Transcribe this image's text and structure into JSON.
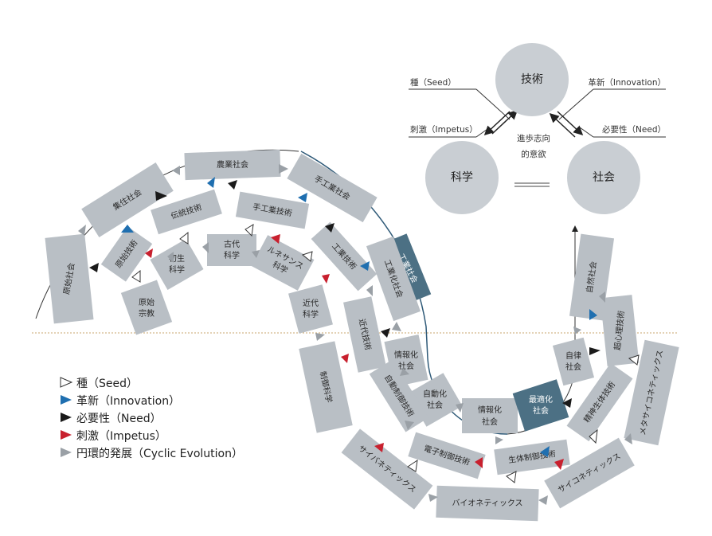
{
  "triad": {
    "center": "進歩志向",
    "center2": "的意欲",
    "tech": "技術",
    "science": "科学",
    "society": "社会",
    "seed": "種（Seed）",
    "innovation": "革新（Innovation）",
    "impetus": "刺激（Impetus）",
    "need": "必要性（Need）"
  },
  "legend": {
    "seed": "種（Seed）",
    "innovation": "革新（Innovation）",
    "need": "必要性（Need）",
    "impetus": "刺激（Impetus）",
    "cyclic": "円環的発展（Cyclic Evolution）"
  },
  "colors": {
    "seed": "#ffffff",
    "innovation": "#1f6fb0",
    "need": "#1a1a1a",
    "impetus": "#c8202e",
    "cyclic": "#9aa0a6",
    "segment": "#b9bfc5",
    "accent": "#4c7084"
  },
  "outer": {
    "s1": "原始社会",
    "s2": "集住社会",
    "s3": "農業社会",
    "s4": "手工業社会",
    "s5": "工業社会",
    "s6": "工業化社会"
  },
  "mid": {
    "s1": "原始技術",
    "s2": "伝統技術",
    "s3": "手工業技術",
    "s4": "工業技術",
    "s5": "近代技術"
  },
  "inner": {
    "s1a": "原始",
    "s1b": "宗教",
    "s2a": "初生",
    "s2b": "科学",
    "s3a": "古代",
    "s3b": "科学",
    "s4a": "ルネサンス",
    "s4b": "科学",
    "s5a": "近代",
    "s5b": "科学"
  },
  "lower_inner": {
    "s1a": "情報化",
    "s1b": "社会",
    "s2a": "自動化",
    "s2b": "社会",
    "s3a": "情報化",
    "s3b": "社会",
    "s4a": "最適化",
    "s4b": "社会",
    "s5a": "自律",
    "s5b": "社会"
  },
  "lower_mid": {
    "s1": "自動制御技術",
    "s2": "電子制御技術",
    "s3": "生体制御技術",
    "s4": "精神生体技術",
    "s5": "自然社会"
  },
  "lower_outer": {
    "s1": "制御科学",
    "s2": "サイバネティックス",
    "s3": "バイオネティックス",
    "s4": "サイコネティックス",
    "s5": "メタサイコネティックス",
    "s6": "超心理技術"
  }
}
